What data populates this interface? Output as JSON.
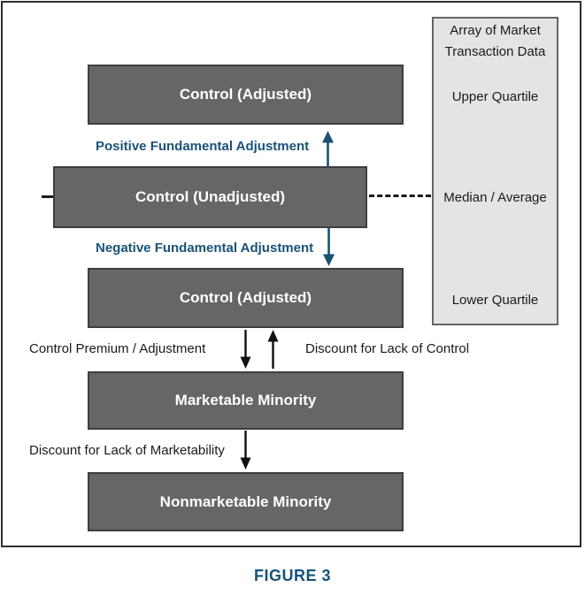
{
  "figure": {
    "caption": "FIGURE 3"
  },
  "panel": {
    "title_line1": "Array of Market",
    "title_line2": "Transaction Data",
    "upper_quartile": "Upper Quartile",
    "median_average": "Median / Average",
    "lower_quartile": "Lower Quartile"
  },
  "boxes": {
    "control_adjusted_top": "Control (Adjusted)",
    "control_unadjusted": "Control (Unadjusted)",
    "control_adjusted_lower": "Control (Adjusted)",
    "marketable_minority": "Marketable Minority",
    "nonmarketable_minority": "Nonmarketable Minority"
  },
  "labels": {
    "positive_adjustment": "Positive Fundamental Adjustment",
    "negative_adjustment": "Negative Fundamental Adjustment",
    "control_premium": "Control Premium / Adjustment",
    "discount_lack_control": "Discount for Lack of Control",
    "discount_lack_marketability": "Discount for Lack of Marketability"
  },
  "colors": {
    "box_fill": "#666666",
    "box_border": "#3e3e3e",
    "box_text": "#ffffff",
    "panel_fill": "#e4e4e4",
    "panel_border": "#666666",
    "frame_border": "#2e2e2e",
    "adjustment_blue": "#1a5276",
    "caption_blue": "#15527a",
    "black_text": "#1a1a1a"
  }
}
